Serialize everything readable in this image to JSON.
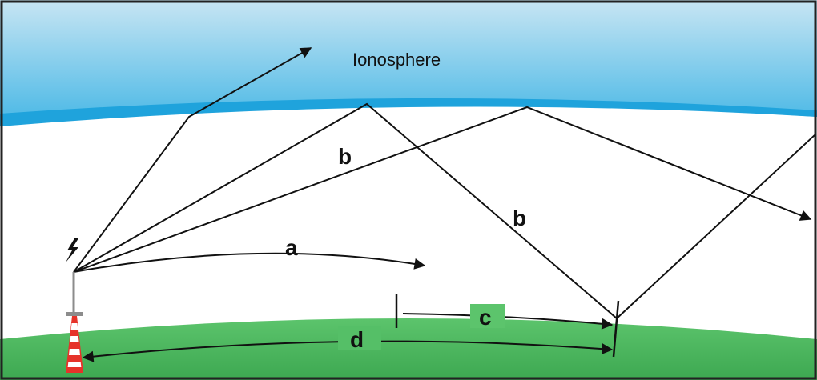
{
  "labels": {
    "ionosphere": "Ionosphere",
    "a": "a",
    "b_upper": "b",
    "b_lower": "b",
    "c": "c",
    "d": "d"
  },
  "colors": {
    "sky_top": "#c7e5f3",
    "sky_bottom": "#4cb9e6",
    "ionosphere_band": "#1fa3dc",
    "ground_light": "#5cc46c",
    "ground_dark": "#3da851",
    "line": "#111111",
    "frame": "#222222",
    "tower_red": "#e6332a",
    "tower_white": "#ffffff",
    "antenna": "#8c8c8c",
    "bolt": "#111111"
  },
  "icons": {
    "lightning": "lightning-bolt-icon",
    "tower": "radio-tower-icon"
  }
}
